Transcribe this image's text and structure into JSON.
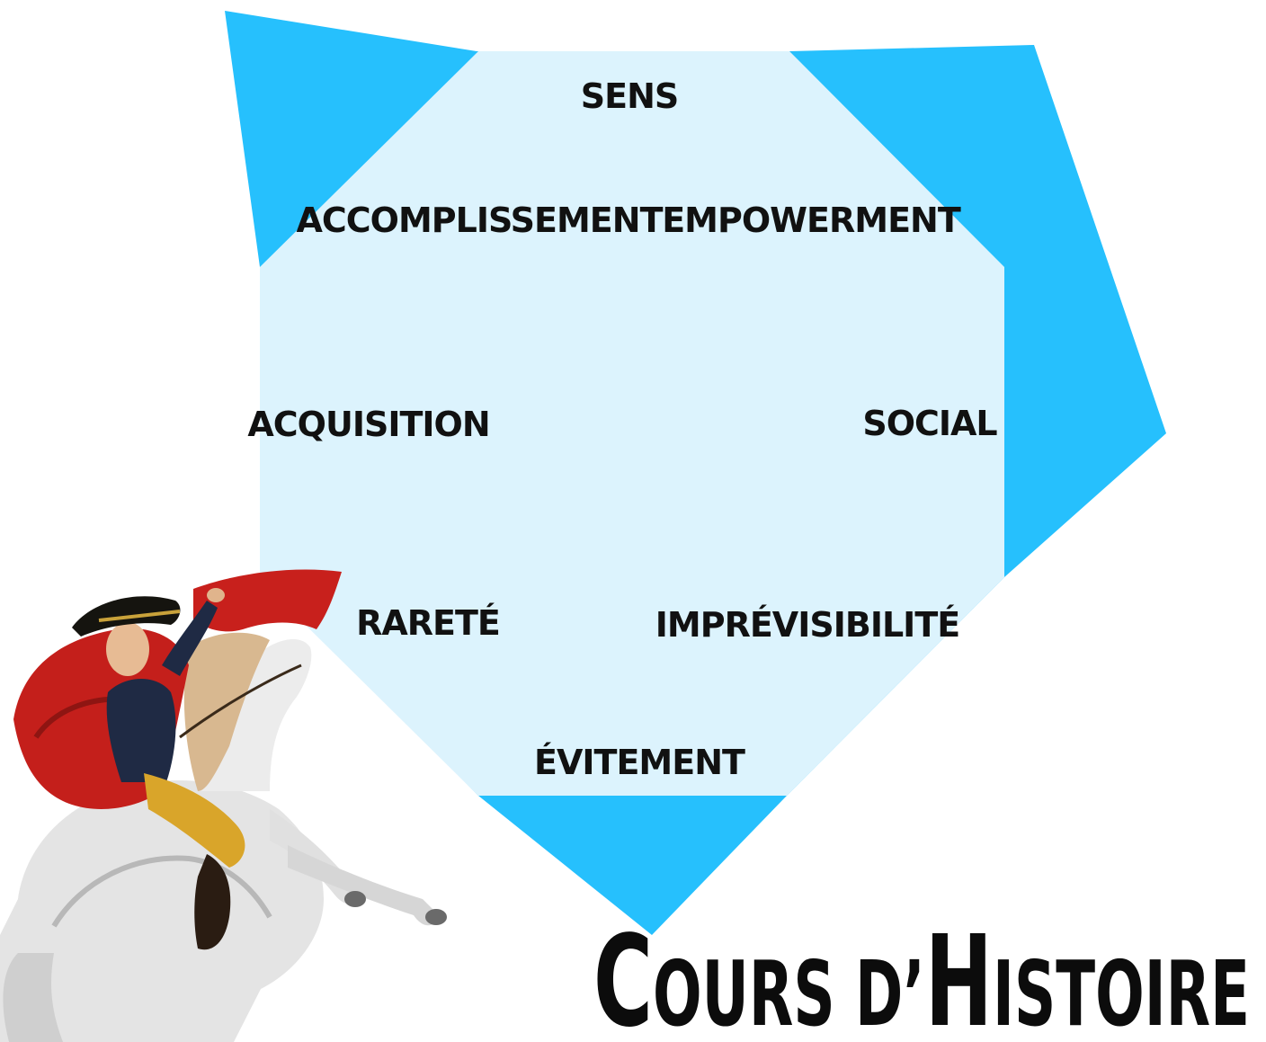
{
  "diagram": {
    "colors": {
      "octagon_fill": "#dcf3fd",
      "score_fill": "#26c0fd",
      "text": "#111111"
    },
    "octagon_labels": [
      {
        "key": "top",
        "text": "SENS"
      },
      {
        "key": "top-right",
        "text": "EMPOWERMENT"
      },
      {
        "key": "right",
        "text": "SOCIAL"
      },
      {
        "key": "bottom-right",
        "text": "IMPRÉVISIBILITÉ"
      },
      {
        "key": "bottom",
        "text": "ÉVITEMENT"
      },
      {
        "key": "bottom-left",
        "text": "RARETÉ"
      },
      {
        "key": "left",
        "text": "ACQUISITION"
      },
      {
        "key": "top-left",
        "text": "ACCOMPLISSEMENT"
      }
    ]
  },
  "title": {
    "first_cap": "C",
    "first_rest": "OURS D’",
    "second_cap": "H",
    "second_rest": "ISTOIRE"
  },
  "illustration": {
    "subject": "napoleon-on-horse"
  }
}
